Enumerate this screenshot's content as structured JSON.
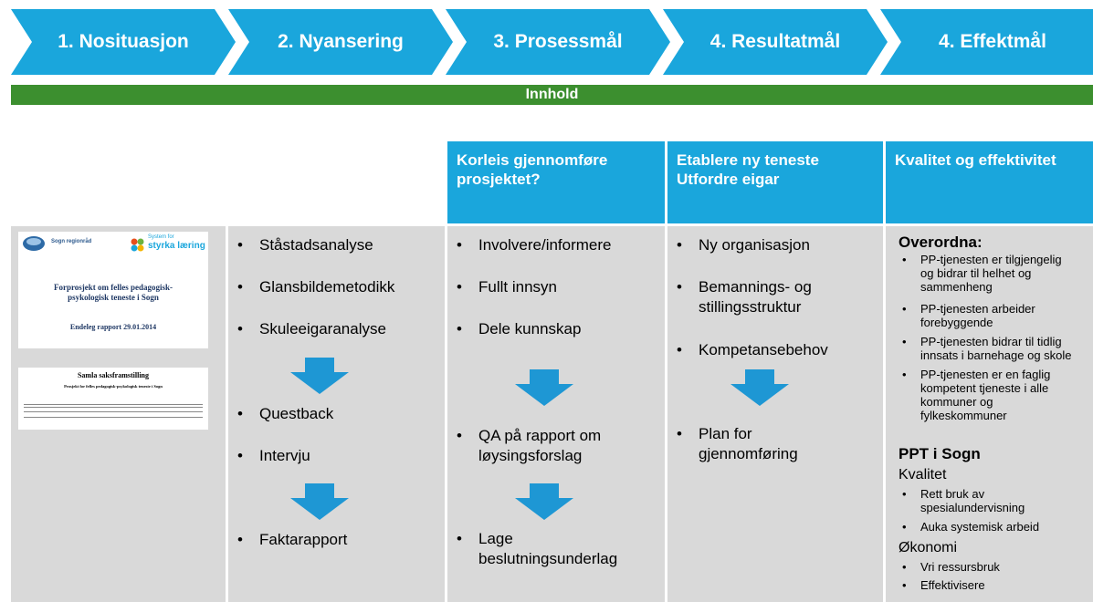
{
  "chevrons": [
    {
      "label": "1. Nosituasjon"
    },
    {
      "label": "2. Nyansering"
    },
    {
      "label": "3. Prosessmål"
    },
    {
      "label": "4. Resultatmål"
    },
    {
      "label": "4. Effektmål"
    }
  ],
  "bar_label": "Innhold",
  "headers": {
    "col3": [
      "Korleis gjennomføre",
      "prosjektet?"
    ],
    "col4": [
      "Etablere ny teneste",
      "Utfordre eigar"
    ],
    "col5": [
      "Kvalitet og effektivitet"
    ]
  },
  "doc1": {
    "logo_text": "Sogn regionråd",
    "logo2_top": "System for",
    "logo2_main": "styrka læring",
    "title_line1": "Forprosjekt om felles pedagogisk-",
    "title_line2": "psykologisk teneste i Sogn",
    "subtitle": "Endeleg rapport 29.01.2014"
  },
  "doc2": {
    "title": "Samla saksframstilling",
    "subtitle": "Prosjekt for felles pedagogisk-psykologisk teneste i Sogn"
  },
  "col2": {
    "items": [
      "Ståstadsanalyse",
      "Glansbildemetodikk",
      "Skuleeigaranalyse",
      "Questback",
      "Intervju",
      "Faktarapport"
    ]
  },
  "col3": {
    "items": [
      "Involvere/informere",
      "Fullt innsyn",
      "Dele kunnskap",
      "QA på rapport om løysingsforslag",
      "Lage beslutningsunderlag"
    ],
    "wrapped": [
      [
        "Involvere/informere"
      ],
      [
        "Fullt innsyn"
      ],
      [
        "Dele kunnskap"
      ],
      [
        "QA på rapport om",
        "løysingsforslag"
      ],
      [
        "Lage",
        "beslutningsunderlag"
      ]
    ]
  },
  "col4": {
    "wrapped": [
      [
        "Ny organisasjon"
      ],
      [
        "Bemannings- og",
        "stillingsstruktur"
      ],
      [
        "Kompetansebehov"
      ],
      [
        "Plan for",
        "gjennomføring"
      ]
    ]
  },
  "col5": {
    "overordna_title": "Overordna:",
    "overordna_items": [
      [
        "PP-tjenesten er tilgjengelig",
        "og bidrar til helhet og",
        "sammenheng"
      ],
      [
        "PP-tjenesten arbeider",
        "forebyggende"
      ],
      [
        "PP-tjenesten bidrar til tidlig",
        "innsats i barnehage og skole"
      ],
      [
        "PP-tjenesten er en faglig",
        "kompetent tjeneste i alle",
        "kommuner og",
        "fylkeskommuner"
      ]
    ],
    "ppt_title": "PPT i Sogn",
    "kvalitet_label": "Kvalitet",
    "kvalitet_items": [
      [
        "Rett bruk av",
        "spesialundervisning"
      ],
      [
        "Auka systemisk arbeid"
      ]
    ],
    "okonomi_label": "Økonomi",
    "okonomi_items": [
      [
        "Vri ressursbruk"
      ],
      [
        "Effektivisere"
      ]
    ]
  },
  "bullet_glyph": "•",
  "colors": {
    "chevron": "#1aa6dc",
    "bar": "#3c8f2f",
    "header": "#1aa6dc",
    "panel": "#d9d9d9",
    "arrow": "#1e97d4"
  }
}
